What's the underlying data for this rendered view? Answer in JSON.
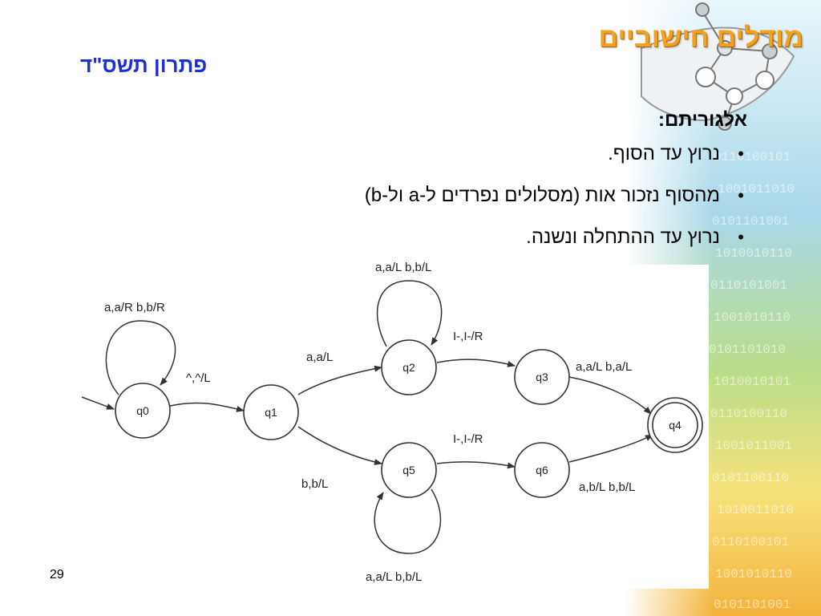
{
  "header": {
    "course_title": "מודלים חישוביים",
    "slide_title": "פתרון תשס\"ד"
  },
  "content": {
    "heading": "אלגוריתם:",
    "bullet_symbol": "•",
    "bullets": [
      "נרוץ עד הסוף.",
      "מהסוף נזכור אות (מסלולים נפרדים ל-a ול-b)",
      "נרוץ עד ההתחלה ונשנה."
    ]
  },
  "footer": {
    "page_number": "29"
  },
  "diagram": {
    "states": [
      {
        "id": "q0",
        "label": "q0",
        "initial": true,
        "accepting": false
      },
      {
        "id": "q1",
        "label": "q1",
        "initial": false,
        "accepting": false
      },
      {
        "id": "q2",
        "label": "q2",
        "initial": false,
        "accepting": false
      },
      {
        "id": "q3",
        "label": "q3",
        "initial": false,
        "accepting": false
      },
      {
        "id": "q4",
        "label": "q4",
        "initial": false,
        "accepting": true
      },
      {
        "id": "q5",
        "label": "q5",
        "initial": false,
        "accepting": false
      },
      {
        "id": "q6",
        "label": "q6",
        "initial": false,
        "accepting": false
      }
    ],
    "transitions": [
      {
        "from": "q0",
        "to": "q0",
        "label": "a,a/R  b,b/R"
      },
      {
        "from": "q0",
        "to": "q1",
        "label": "^,^/L"
      },
      {
        "from": "q1",
        "to": "q2",
        "label": "a,a/L"
      },
      {
        "from": "q2",
        "to": "q2",
        "label": "a,a/L  b,b/L"
      },
      {
        "from": "q2",
        "to": "q3",
        "label": "I-,I-/R"
      },
      {
        "from": "q3",
        "to": "q4",
        "label": "a,a/L  b,a/L"
      },
      {
        "from": "q1",
        "to": "q5",
        "label": "b,b/L"
      },
      {
        "from": "q5",
        "to": "q5",
        "label": "a,a/L  b,b/L"
      },
      {
        "from": "q5",
        "to": "q6",
        "label": "I-,I-/R"
      },
      {
        "from": "q6",
        "to": "q4",
        "label": "a,b/L  b,b/L"
      }
    ]
  }
}
